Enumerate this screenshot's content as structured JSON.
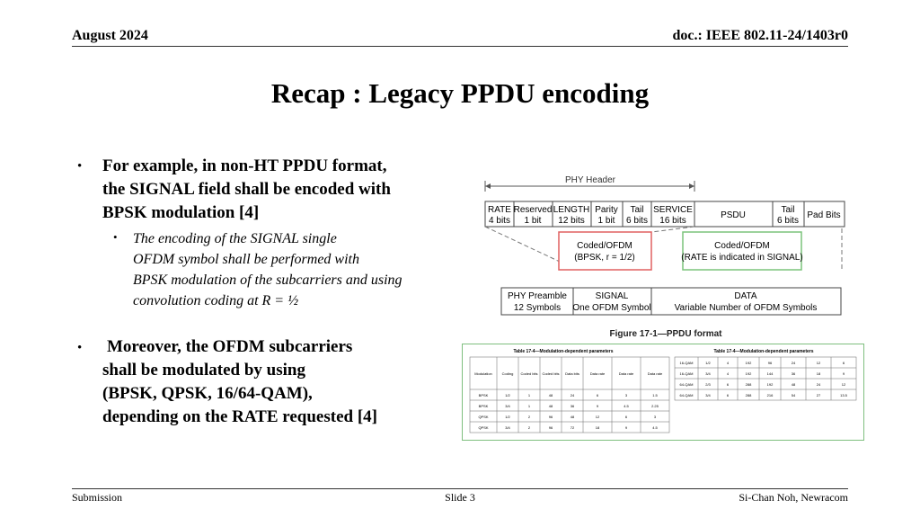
{
  "header": {
    "date": "August 2024",
    "doc": "doc.: IEEE 802.11-24/1403r0"
  },
  "title": "Recap : Legacy PPDU encoding",
  "bullets": {
    "b1": [
      "For example, in non-HT PPDU format,",
      "the SIGNAL field shall be encoded with",
      "BPSK modulation [4]"
    ],
    "b1_sub": [
      "The encoding of the SIGNAL single",
      "OFDM symbol shall be performed with",
      "BPSK modulation of the subcarriers and using",
      "convolution coding at R = ½"
    ],
    "b2": [
      "Moreover, the OFDM subcarriers",
      "shall be modulated by using",
      "(BPSK, QPSK, 16/64-QAM),",
      "depending on the RATE requested [4]"
    ]
  },
  "figure": {
    "phy_header": "PHY Header",
    "fields": [
      {
        "l1": "RATE",
        "l2": "4 bits"
      },
      {
        "l1": "Reserved",
        "l2": "1 bit"
      },
      {
        "l1": "LENGTH",
        "l2": "12 bits"
      },
      {
        "l1": "Parity",
        "l2": "1 bit"
      },
      {
        "l1": "Tail",
        "l2": "6 bits"
      },
      {
        "l1": "SERVICE",
        "l2": "16 bits"
      },
      {
        "l1": "PSDU",
        "l2": ""
      },
      {
        "l1": "Tail",
        "l2": "6 bits"
      },
      {
        "l1": "Pad Bits",
        "l2": ""
      }
    ],
    "coded_signal": [
      "Coded/OFDM",
      "(BPSK, r = 1/2)"
    ],
    "coded_data": [
      "Coded/OFDM",
      "(RATE is indicated in SIGNAL)"
    ],
    "bottom": [
      {
        "l1": "PHY Preamble",
        "l2": "12 Symbols"
      },
      {
        "l1": "SIGNAL",
        "l2": "One OFDM Symbol"
      },
      {
        "l1": "DATA",
        "l2": "Variable Number of OFDM Symbols"
      }
    ],
    "caption": "Figure 17-1—PPDU format"
  },
  "table": {
    "caption_left": "Table 17-4—Modulation-dependent parameters",
    "caption_right": "Table 17-4—Modulation-dependent parameters",
    "headers": [
      "Modulation",
      "Coding rate (R)",
      "Coded bits per subcarrier (NBPSC)",
      "Coded bits per OFDM symbol (NCBPS)",
      "Data bits per OFDM symbol (NDBPS)",
      "Data rate (Mb/s) (20 MHz channel spacing)",
      "Data rate (Mb/s) (10 MHz channel spacing)",
      "Data rate (Mb/s) (5 MHz channel spacing)"
    ],
    "rows": [
      [
        "BPSK",
        "1/2",
        "1",
        "48",
        "24",
        "6",
        "3",
        "1.5"
      ],
      [
        "BPSK",
        "3/4",
        "1",
        "48",
        "36",
        "9",
        "4.5",
        "2.25"
      ],
      [
        "QPSK",
        "1/2",
        "2",
        "96",
        "48",
        "12",
        "6",
        "3"
      ],
      [
        "QPSK",
        "3/4",
        "2",
        "96",
        "72",
        "18",
        "9",
        "4.5"
      ]
    ],
    "rows_right": [
      [
        "16-QAM",
        "1/2",
        "4",
        "192",
        "96",
        "24",
        "12",
        "6"
      ],
      [
        "16-QAM",
        "3/4",
        "4",
        "192",
        "144",
        "36",
        "18",
        "9"
      ],
      [
        "64-QAM",
        "2/3",
        "6",
        "288",
        "192",
        "48",
        "24",
        "12"
      ],
      [
        "64-QAM",
        "3/4",
        "6",
        "288",
        "216",
        "54",
        "27",
        "13.5"
      ]
    ]
  },
  "footer": {
    "left": "Submission",
    "center": "Slide 3",
    "right": "Si-Chan Noh, Newracom"
  }
}
